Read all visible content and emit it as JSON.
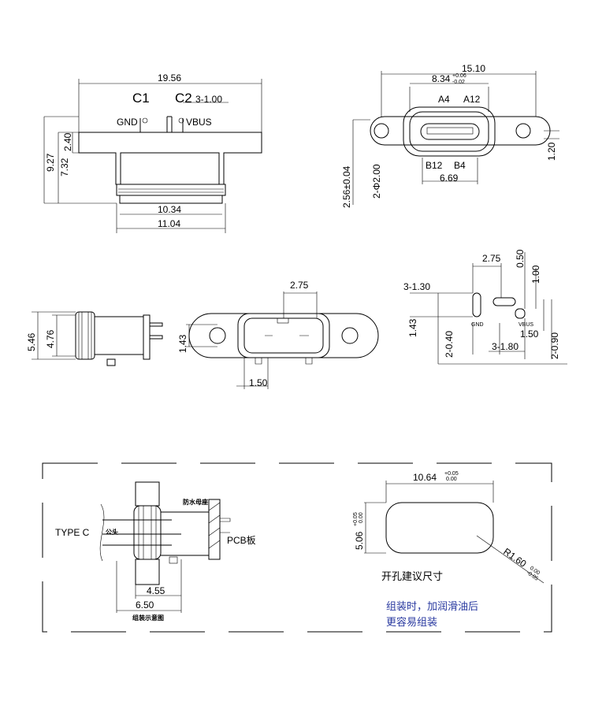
{
  "top_left_view": {
    "width_overall": "19.56",
    "c1": "C1",
    "c2": "C2",
    "pin_width": "3-1.00",
    "gnd": "GND",
    "vbus": "VBUS",
    "height_total": "9.27",
    "height_body": "7.32",
    "flange_thickness": "2.40",
    "inner_width": "10.34",
    "outer_width": "11.04"
  },
  "top_right_view": {
    "overall": "15.10",
    "port_width": "8.34",
    "port_tol_upper": "+0.06",
    "port_tol_lower": "-0.02",
    "a4": "A4",
    "a12": "A12",
    "b12": "B12",
    "b4": "B4",
    "inner": "6.69",
    "port_height": "2.56±0.04",
    "hole_dia": "2-Φ2.00",
    "offset": "1.20"
  },
  "mid_left_view": {
    "h1": "5.46",
    "h2": "4.76"
  },
  "mid_center_view": {
    "pitch": "2.75",
    "height": "1.43",
    "offset": "1.50"
  },
  "footprint_view": {
    "pitch": "2.75",
    "slot_w": "0.50",
    "slot_l": "1.00",
    "hole_count": "3-1.30",
    "height": "1.43",
    "gnd": "GND",
    "vbus": "VBUS",
    "offset": "1.50",
    "pads_a": "2-0.40",
    "pads_b": "3-1.80",
    "pads_c": "2-0.90"
  },
  "assembly": {
    "type_c": "TYPE C",
    "male": "公头",
    "female_seat": "防水母座",
    "pcb": "PCB板",
    "dim1": "4.55",
    "dim2": "6.50",
    "caption": "组装示意图"
  },
  "cutout": {
    "width": "10.64",
    "width_tol_upper": "+0.05",
    "width_tol_lower": "0.00",
    "height": "5.06",
    "height_tol_upper": "+0.05",
    "height_tol_lower": "0.00",
    "radius": "R1.60",
    "radius_tol_upper": "0.00",
    "radius_tol_lower": "-0.05",
    "caption": "开孔建议尺寸",
    "note_line1": "组装时，加润滑油后",
    "note_line2": "更容易组装"
  }
}
